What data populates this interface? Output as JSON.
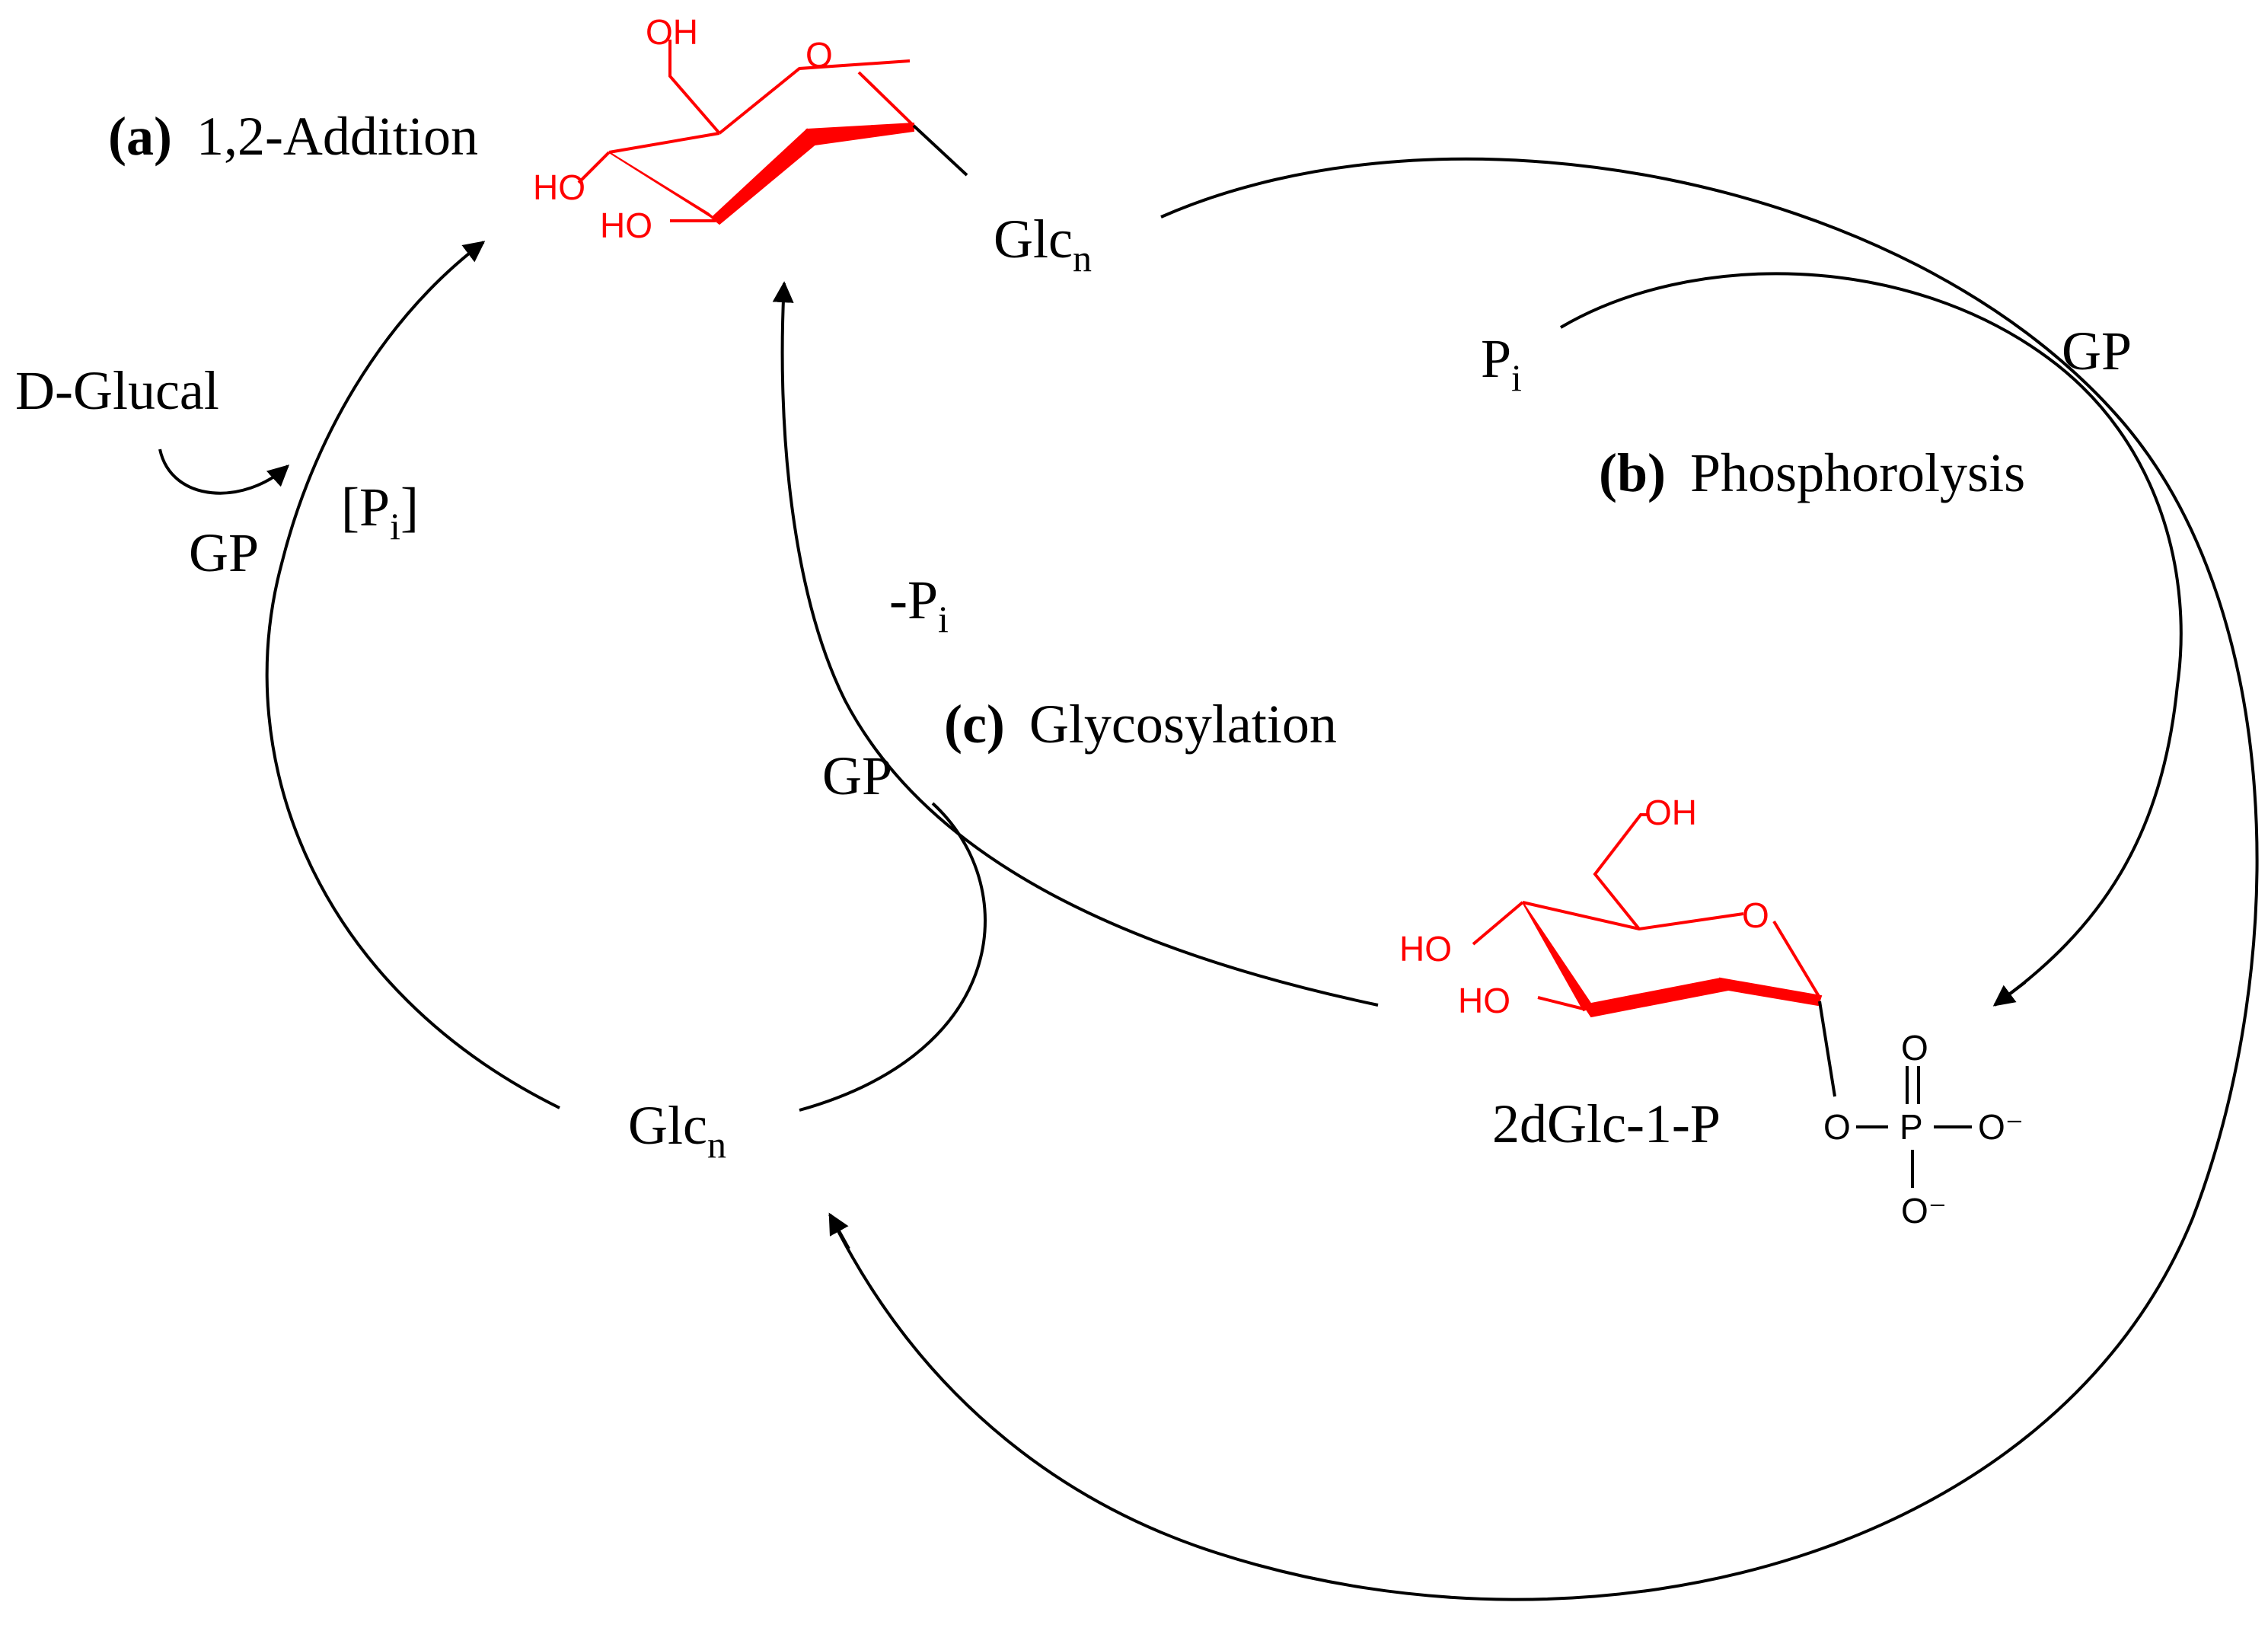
{
  "steps": {
    "a": {
      "tag": "(a)",
      "name": "1,2-Addition"
    },
    "b": {
      "tag": "(b)",
      "name": "Phosphorolysis"
    },
    "c": {
      "tag": "(c)",
      "name": "Glycosylation"
    }
  },
  "species": {
    "glucal": "D-Glucal",
    "glcn_base": "Glc",
    "glcn_sub": "n",
    "product": "2dGlc-1-P",
    "enzyme": "GP",
    "pi_base": "P",
    "pi_sub": "i",
    "pi_bracket_open": "[P",
    "pi_bracket_close": "]",
    "minus_pi": "-P"
  },
  "atoms": {
    "oh": "OH",
    "ho": "HO",
    "o": "O",
    "p": "P",
    "o_minus": "O⁻"
  },
  "colors": {
    "sugar": "#ff0000",
    "line": "#000000",
    "background": "#ffffff"
  }
}
